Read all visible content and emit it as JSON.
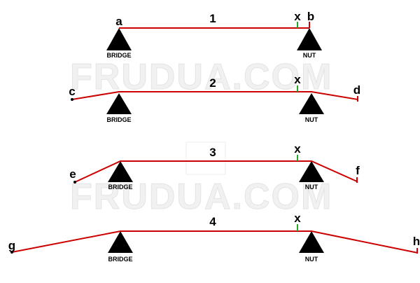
{
  "colors": {
    "string": "#cc0000",
    "marker": "#22aa22",
    "support": "#000000",
    "background": "#ffffff",
    "watermark": "#eeeeee"
  },
  "watermark": "FRUDUA.COM",
  "support_labels": {
    "bridge": "BRIDGE",
    "nut": "NUT"
  },
  "diagrams": [
    {
      "number": "1",
      "marker": "x",
      "end_left": "a",
      "end_right": "b"
    },
    {
      "number": "2",
      "marker": "x",
      "end_left": "c",
      "end_right": "d"
    },
    {
      "number": "3",
      "marker": "x",
      "end_left": "e",
      "end_right": "f"
    },
    {
      "number": "4",
      "marker": "x",
      "end_left": "g",
      "end_right": "h"
    }
  ]
}
